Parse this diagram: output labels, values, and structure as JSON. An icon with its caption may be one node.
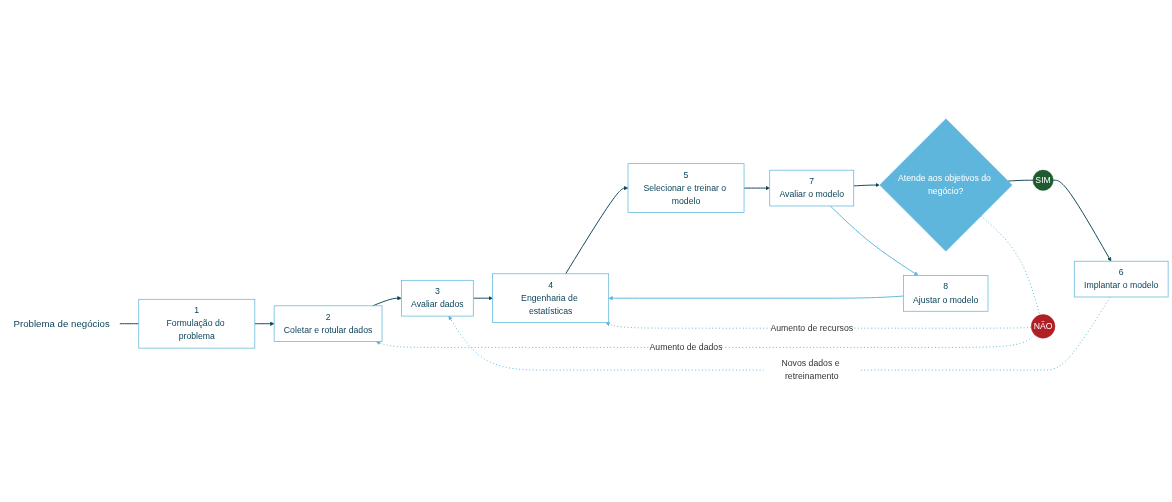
{
  "diagram": {
    "nodes": [
      {
        "text": [
          "Problema de negócios"
        ]
      },
      {
        "text": [
          "1",
          "Formulação do problema"
        ]
      },
      {
        "text": [
          "2",
          "Coletar e rotular dados"
        ]
      },
      {
        "text": [
          "3",
          "Avaliar dados"
        ]
      },
      {
        "text": [
          "4",
          "Engenharia de estatísticas"
        ]
      },
      {
        "text": [
          "5",
          "Selecionar e treinar o modelo"
        ]
      },
      {
        "text": [
          "7",
          "Avaliar o modelo"
        ]
      },
      {
        "text": [
          "Atende aos objetivos do negócio?"
        ]
      },
      {
        "text": [
          "SIM"
        ]
      },
      {
        "text": [
          "6",
          "Implantar o modelo"
        ]
      },
      {
        "text": [
          "8",
          "Ajustar o modelo"
        ]
      },
      {
        "text": [
          "NÃO"
        ]
      }
    ],
    "edges": [
      {
        "from": 0,
        "to": 1,
        "arrow": "none"
      },
      {
        "from": 1,
        "to": 2,
        "arrow": "to"
      },
      {
        "from": 2,
        "to": 3,
        "arrow": "to"
      },
      {
        "from": 3,
        "to": 4,
        "arrow": "to"
      },
      {
        "from": 4,
        "to": 5,
        "arrow": "to"
      },
      {
        "from": 5,
        "to": 6,
        "arrow": "to"
      },
      {
        "from": 6,
        "to": 7,
        "arrow": "to"
      },
      {
        "from": 7,
        "to": 8,
        "arrow": "none"
      },
      {
        "from": 8,
        "to": 9,
        "arrow": "to"
      },
      {
        "from": 6,
        "to": 10,
        "arrow": "to",
        "color": "#5bb5db"
      },
      {
        "from": 10,
        "to": 4,
        "arrow": "to",
        "color": "#5bb5db"
      },
      {
        "from": 9,
        "to": 3,
        "arrow": "to",
        "label": "Novos dados e retreinamento",
        "style": "dashed",
        "color": "#5bb5db"
      },
      {
        "from": 7,
        "to": 11,
        "arrow": "none",
        "style": "dashed",
        "color": "#5bb5db"
      },
      {
        "from": 11,
        "to": 4,
        "arrow": "to",
        "label": "Aumento de recursos",
        "style": "dashed",
        "color": "#5bb5db"
      },
      {
        "from": 11,
        "to": 2,
        "arrow": "to",
        "label": "Aumento de dados",
        "style": "dashed",
        "color": "#5bb5db"
      }
    ]
  }
}
